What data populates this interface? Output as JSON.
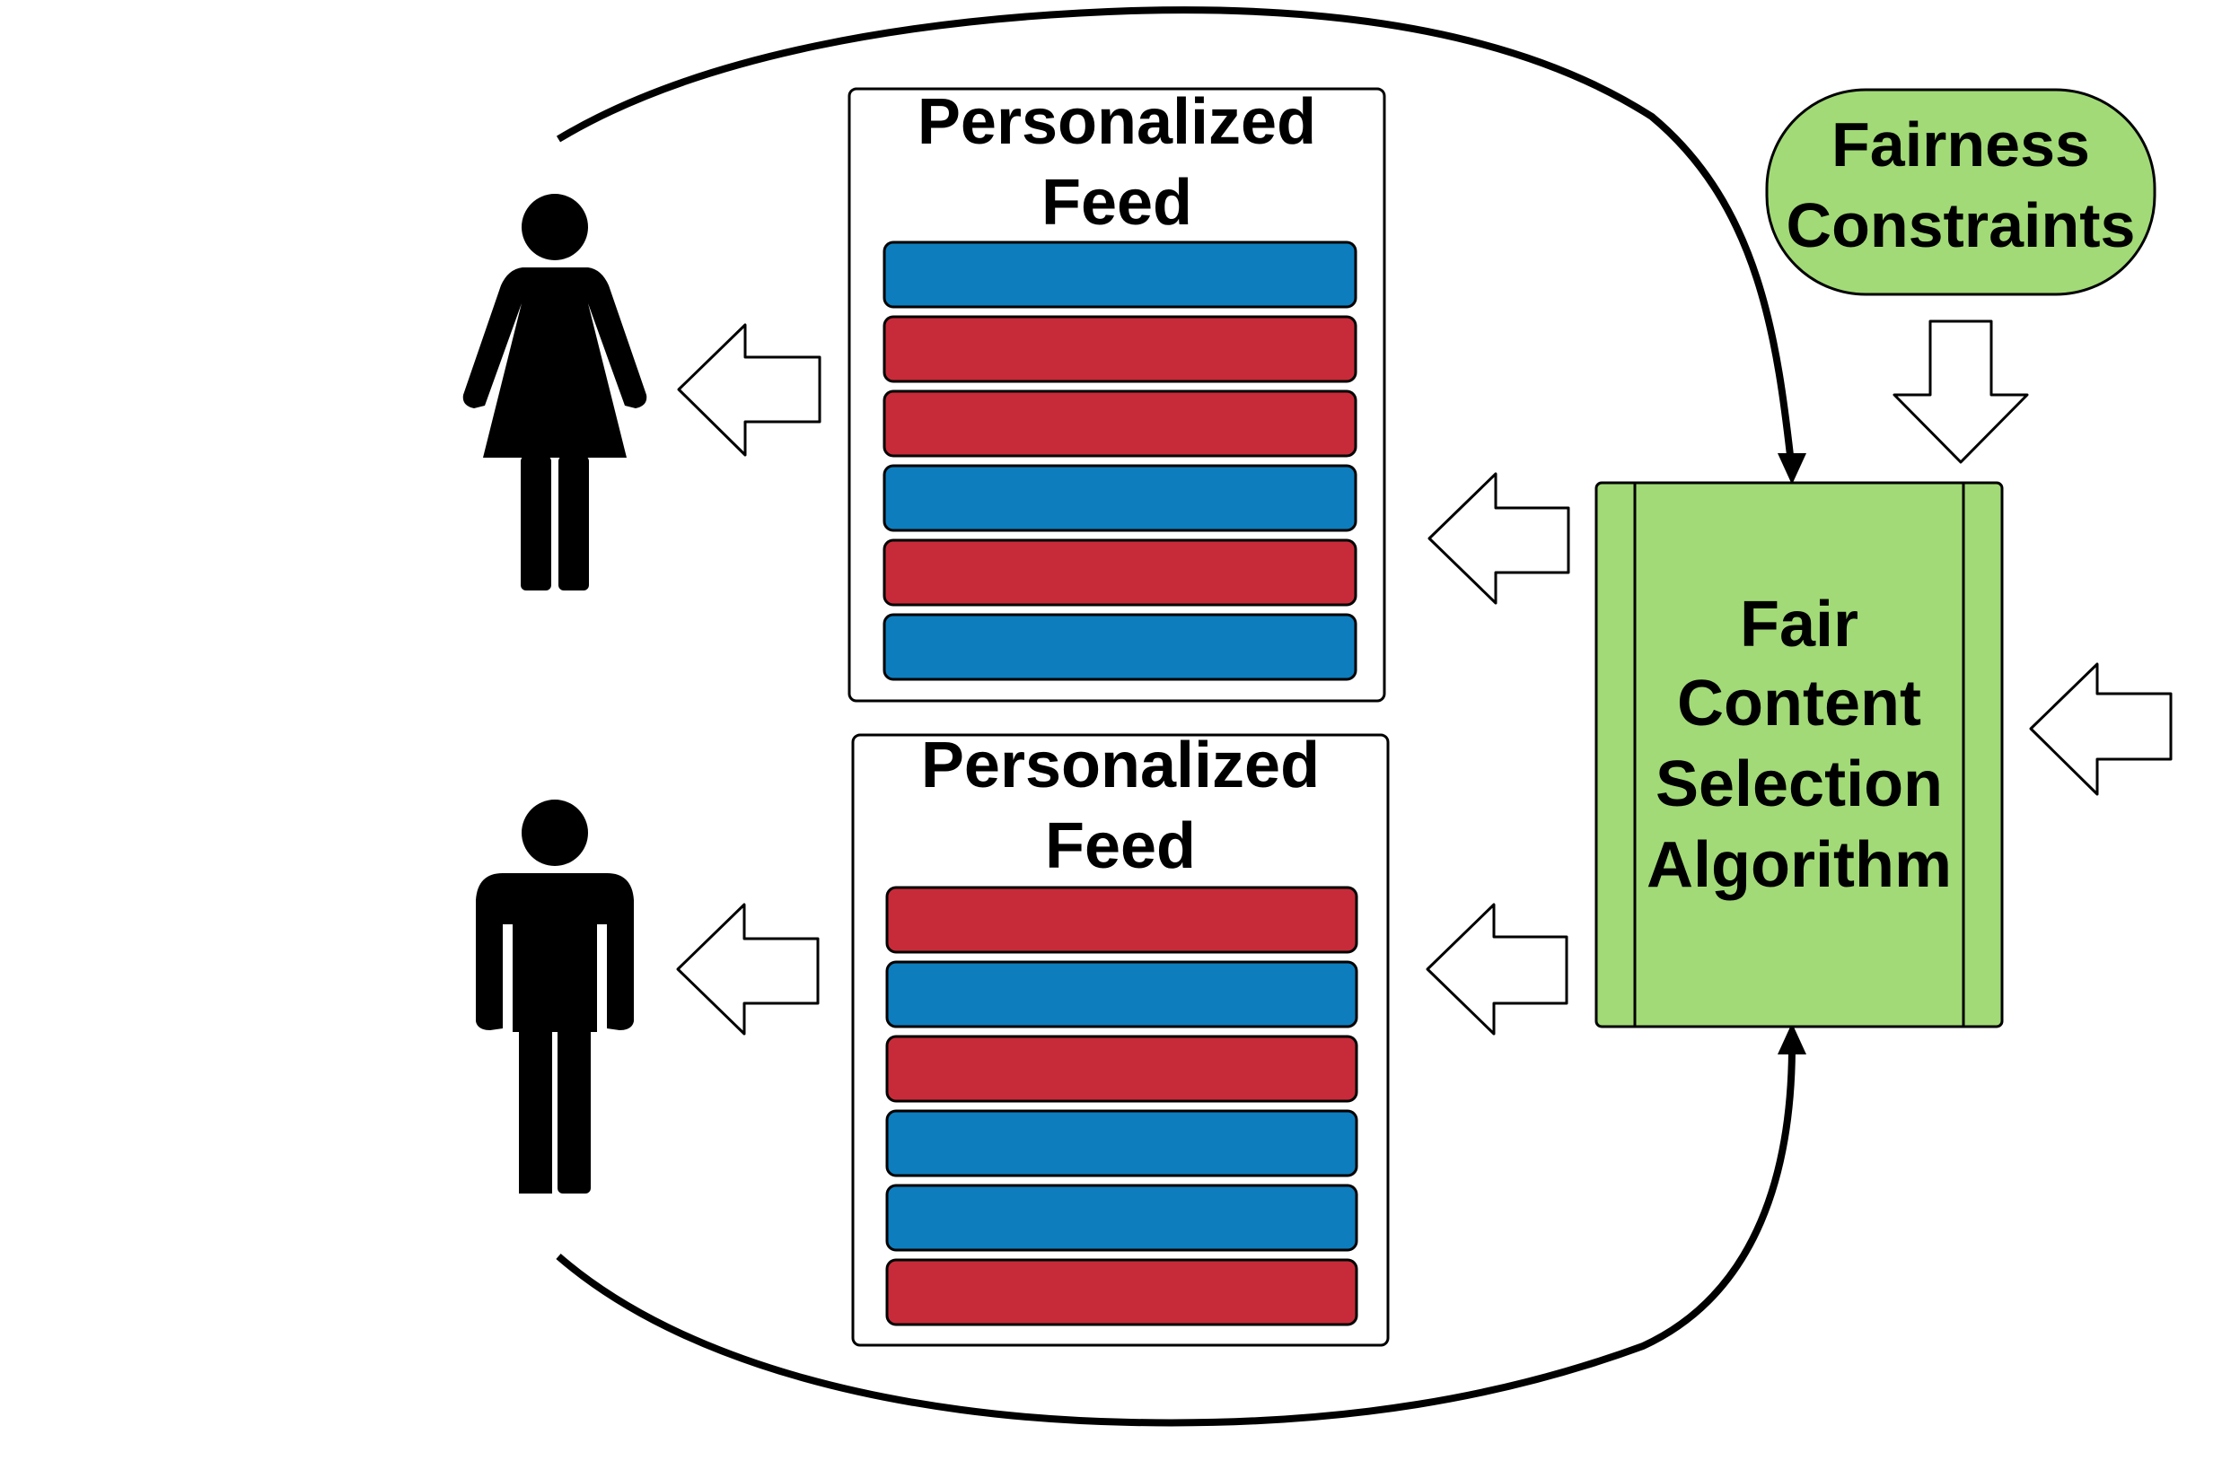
{
  "feeds": [
    {
      "title_line1": "Personalized",
      "title_line2": "Feed",
      "items": [
        "blue",
        "red",
        "red",
        "blue",
        "red",
        "blue"
      ]
    },
    {
      "title_line1": "Personalized",
      "title_line2": "Feed",
      "items": [
        "red",
        "blue",
        "red",
        "blue",
        "blue",
        "red"
      ]
    }
  ],
  "constraints": {
    "line1": "Fairness",
    "line2": "Constraints"
  },
  "algorithm": {
    "line1": "Fair",
    "line2": "Content",
    "line3": "Selection",
    "line4": "Algorithm"
  },
  "users": [
    {
      "icon": "woman-icon"
    },
    {
      "icon": "man-icon"
    }
  ],
  "colors": {
    "blue": "#0d7dbd",
    "red": "#c72b39",
    "green": "#a2da77"
  }
}
